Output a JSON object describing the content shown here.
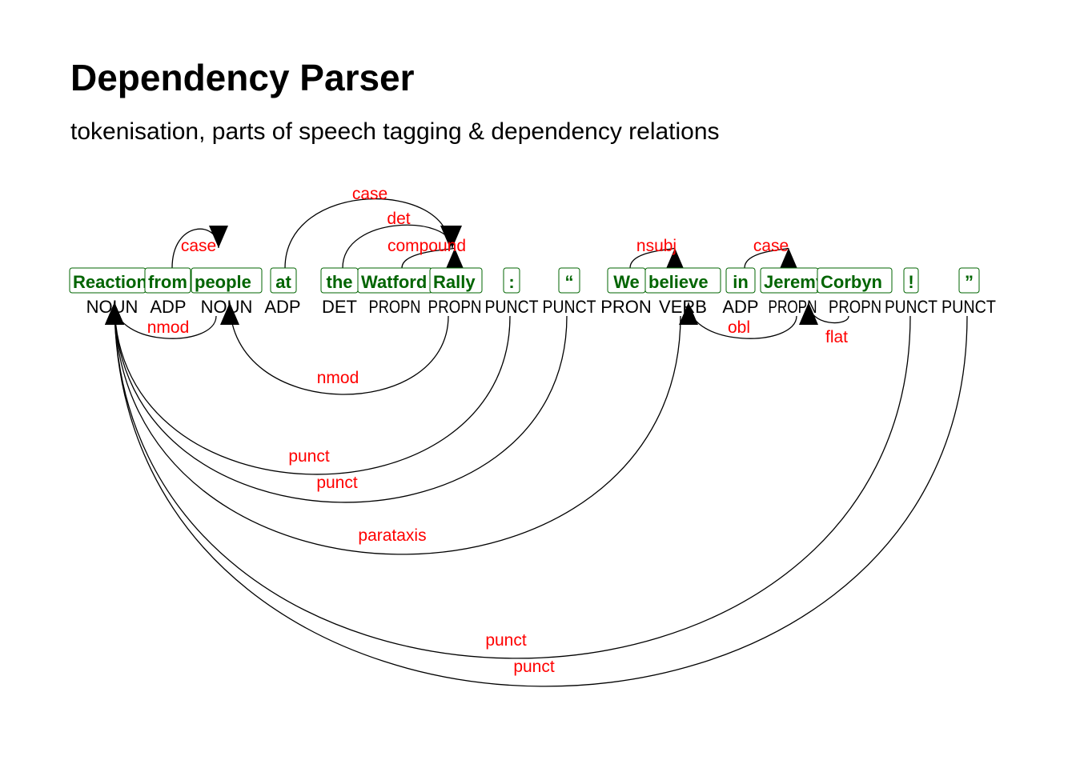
{
  "title": "Dependency Parser",
  "subtitle": "tokenisation, parts of speech tagging & dependency relations",
  "colors": {
    "token": "#006400",
    "relation": "#ff0000",
    "arc": "#000000"
  },
  "tokens": [
    {
      "text": "Reaction",
      "pos": "NOUN"
    },
    {
      "text": "from",
      "pos": "ADP"
    },
    {
      "text": "people",
      "pos": "NOUN"
    },
    {
      "text": "at",
      "pos": "ADP"
    },
    {
      "text": "the",
      "pos": "DET"
    },
    {
      "text": "Watford",
      "pos": "PROPN"
    },
    {
      "text": "Rally",
      "pos": "PROPN"
    },
    {
      "text": ":",
      "pos": "PUNCT"
    },
    {
      "text": "“",
      "pos": "PUNCT"
    },
    {
      "text": "We",
      "pos": "PRON"
    },
    {
      "text": "believe",
      "pos": "VERB"
    },
    {
      "text": "in",
      "pos": "ADP"
    },
    {
      "text": "Jeremy",
      "pos": "PROPN"
    },
    {
      "text": "Corbyn",
      "pos": "PROPN"
    },
    {
      "text": "!",
      "pos": "PUNCT"
    },
    {
      "text": "”",
      "pos": "PUNCT"
    }
  ],
  "relations": [
    {
      "from": 1,
      "to": 2,
      "label": "case"
    },
    {
      "from": 2,
      "to": 0,
      "label": "nmod"
    },
    {
      "from": 3,
      "to": 6,
      "label": "case"
    },
    {
      "from": 4,
      "to": 6,
      "label": "det"
    },
    {
      "from": 5,
      "to": 6,
      "label": "compound"
    },
    {
      "from": 6,
      "to": 2,
      "label": "nmod"
    },
    {
      "from": 7,
      "to": 0,
      "label": "punct"
    },
    {
      "from": 8,
      "to": 0,
      "label": "punct"
    },
    {
      "from": 10,
      "to": 0,
      "label": "parataxis"
    },
    {
      "from": 9,
      "to": 10,
      "label": "nsubj"
    },
    {
      "from": 11,
      "to": 12,
      "label": "case"
    },
    {
      "from": 12,
      "to": 10,
      "label": "obl"
    },
    {
      "from": 13,
      "to": 12,
      "label": "flat"
    },
    {
      "from": 14,
      "to": 0,
      "label": "punct"
    },
    {
      "from": 15,
      "to": 0,
      "label": "punct"
    }
  ]
}
